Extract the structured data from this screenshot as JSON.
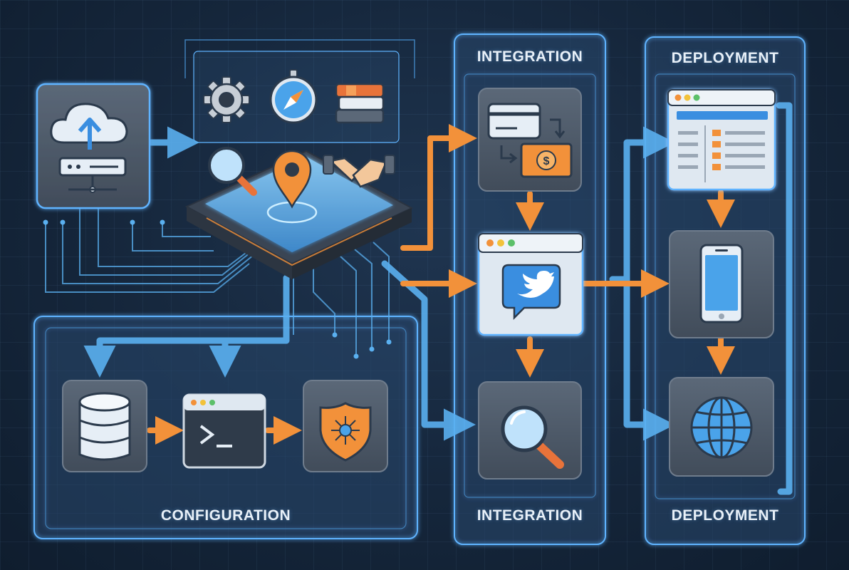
{
  "labels": {
    "integration_top": "INTEGRATION",
    "integration_bottom": "INTEGRATION",
    "deployment_top": "DEPLOYMENT",
    "deployment_bottom": "DEPLOYMENT",
    "configuration": "CONFIGURATION"
  },
  "icons": {
    "source": "cloud-upload-server-icon",
    "hub_1": "gear-icon",
    "hub_2": "compass-icon",
    "hub_3": "books-icon",
    "hub_4": "magnifier-icon",
    "hub_5": "location-pin-icon",
    "hub_6": "handshake-icon",
    "config_1": "database-icon",
    "config_2": "terminal-icon",
    "config_3": "security-shield-icon",
    "integration_1": "payment-card-exchange-icon",
    "integration_2": "twitter-bird-icon",
    "integration_3": "search-icon",
    "deployment_1": "web-browser-window-icon",
    "deployment_2": "smartphone-icon",
    "deployment_3": "globe-icon"
  },
  "glyphs": {
    "currency": "$"
  },
  "colors": {
    "background": "#15263b",
    "panel_border": "#5fb3ff",
    "node_fill": "#4b5766",
    "blue_connector": "#5ab0f0",
    "orange_arrow": "#f2913a"
  }
}
